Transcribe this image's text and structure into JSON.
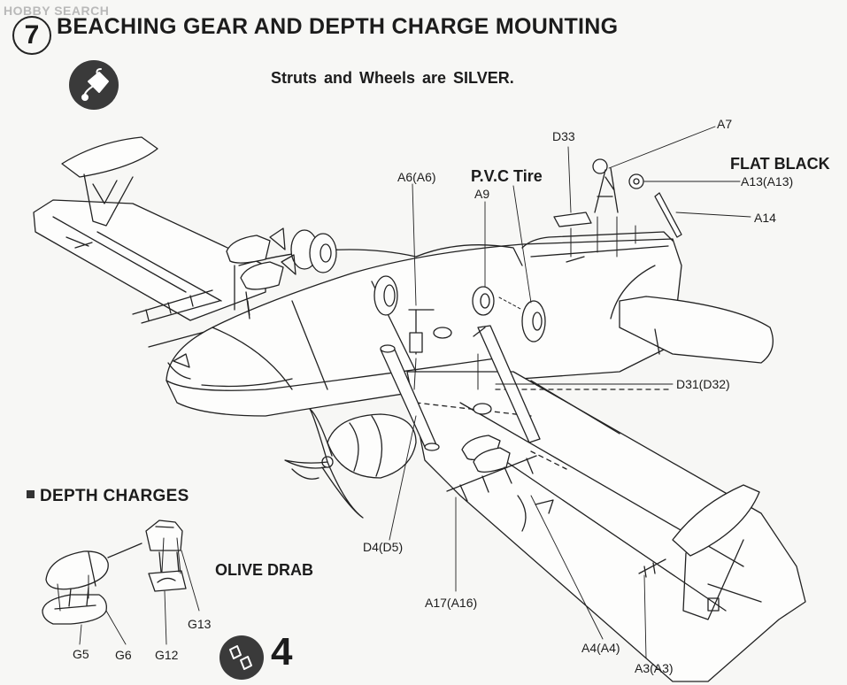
{
  "watermark": "HOBBY SEARCH",
  "step_number": "7",
  "title": "BEACHING GEAR AND DEPTH CHARGE MOUNTING",
  "note": "Struts and Wheels are SILVER.",
  "colors": {
    "flat_black": "FLAT BLACK",
    "olive_drab": "OLIVE DRAB",
    "tire": "P.V.C Tire"
  },
  "section_title": "DEPTH CHARGES",
  "reference_number": "4",
  "icons": {
    "paint": "paint-brush-icon",
    "reference": "decal-reference-icon"
  },
  "parts": {
    "a7": "A7",
    "d33": "D33",
    "a13": "A13(A13)",
    "a14": "A14",
    "a6": "A6(A6)",
    "a9": "A9",
    "d31": "D31(D32)",
    "d4": "D4(D5)",
    "a17": "A17(A16)",
    "a4": "A4(A4)",
    "a3": "A3(A3)",
    "g5": "G5",
    "g6": "G6",
    "g12": "G12",
    "g13": "G13"
  }
}
